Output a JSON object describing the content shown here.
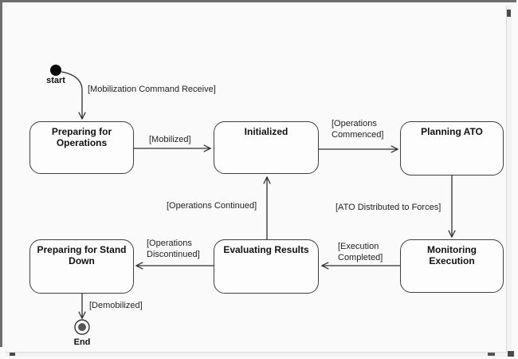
{
  "canvas": {
    "background": "#fafafa"
  },
  "frame": {
    "border_color": "#6e6e6e"
  },
  "nodes": {
    "start_label": "start",
    "end_label": "End"
  },
  "states": [
    {
      "label": "Preparing for Operations"
    },
    {
      "label": "Initialized"
    },
    {
      "label": "Planning ATO"
    },
    {
      "label": "Monitoring Execution"
    },
    {
      "label": "Evaluating Results"
    },
    {
      "label": "Preparing for Stand Down"
    }
  ],
  "transitions": [
    {
      "from": "start",
      "to": "Preparing for Operations",
      "label": "[Mobilization Command Receive]"
    },
    {
      "from": "Preparing for Operations",
      "to": "Initialized",
      "label": "[Mobilized]"
    },
    {
      "from": "Initialized",
      "to": "Planning ATO",
      "label": "[Operations Commenced]"
    },
    {
      "from": "Planning ATO",
      "to": "Monitoring Execution",
      "label": "[ATO Distributed to Forces]"
    },
    {
      "from": "Monitoring Execution",
      "to": "Evaluating Results",
      "label": "[Execution Completed]"
    },
    {
      "from": "Evaluating Results",
      "to": "Initialized",
      "label": "[Operations Continued]"
    },
    {
      "from": "Evaluating Results",
      "to": "Preparing for Stand Down",
      "label": "[Operations Discontinued]"
    },
    {
      "from": "Preparing for Stand Down",
      "to": "End",
      "label": "[Demobilized]"
    }
  ],
  "colors": {
    "line": "#2f2f2f",
    "state_border": "#3f3f3f",
    "state_fill": "#fdfdfd",
    "start_fill": "#0a0a0a",
    "end_inner": "#565656"
  }
}
